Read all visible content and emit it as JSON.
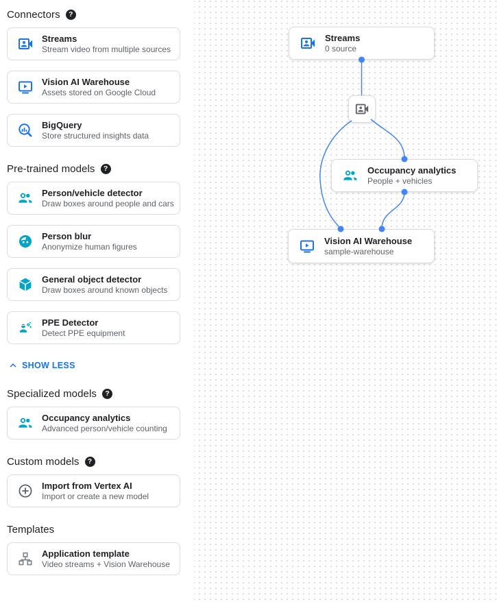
{
  "colors": {
    "accent_blue": "#1a73e8",
    "edge_blue": "#4285f4",
    "teal": "#00a5c4",
    "text_dark": "#202124",
    "text_gray": "#5f6368"
  },
  "icons": {
    "help_glyph": "?"
  },
  "sidebar": {
    "sections": [
      {
        "title": "Connectors",
        "has_help": true,
        "items": [
          {
            "icon": "video-camera-front-icon",
            "title": "Streams",
            "description": "Stream video from multiple sources"
          },
          {
            "icon": "monitor-play-icon",
            "title": "Vision AI Warehouse",
            "description": "Assets stored on Google Cloud"
          },
          {
            "icon": "bigquery-icon",
            "title": "BigQuery",
            "description": "Store structured insights data"
          }
        ]
      },
      {
        "title": "Pre-trained models",
        "has_help": true,
        "collapse_link": "SHOW LESS",
        "items": [
          {
            "icon": "people-icon",
            "title": "Person/vehicle detector",
            "description": "Draw boxes around people and cars"
          },
          {
            "icon": "face-icon",
            "title": "Person blur",
            "description": "Anonymize human figures"
          },
          {
            "icon": "cube-icon",
            "title": "General object detector",
            "description": "Draw boxes around known objects"
          },
          {
            "icon": "ppe-icon",
            "title": "PPE Detector",
            "description": "Detect PPE equipment"
          }
        ]
      },
      {
        "title": "Specialized models",
        "has_help": true,
        "items": [
          {
            "icon": "people-icon",
            "title": "Occupancy analytics",
            "description": "Advanced person/vehicle counting"
          }
        ]
      },
      {
        "title": "Custom models",
        "has_help": true,
        "items": [
          {
            "icon": "add-circle-icon",
            "title": "Import from Vertex AI",
            "description": "Import or create a new model"
          }
        ]
      },
      {
        "title": "Templates",
        "has_help": false,
        "items": [
          {
            "icon": "hierarchy-icon",
            "title": "Application template",
            "description": "Video streams + Vision Warehouse"
          }
        ]
      }
    ]
  },
  "canvas": {
    "nodes": {
      "streams": {
        "icon": "video-camera-front-icon",
        "title": "Streams",
        "subtitle": "0 source"
      },
      "camera": {
        "icon": "video-camera-front-icon"
      },
      "occupancy": {
        "icon": "people-icon",
        "title": "Occupancy analytics",
        "subtitle": "People + vehicles"
      },
      "warehouse": {
        "icon": "monitor-play-icon",
        "title": "Vision AI Warehouse",
        "subtitle": "sample-warehouse"
      }
    }
  }
}
